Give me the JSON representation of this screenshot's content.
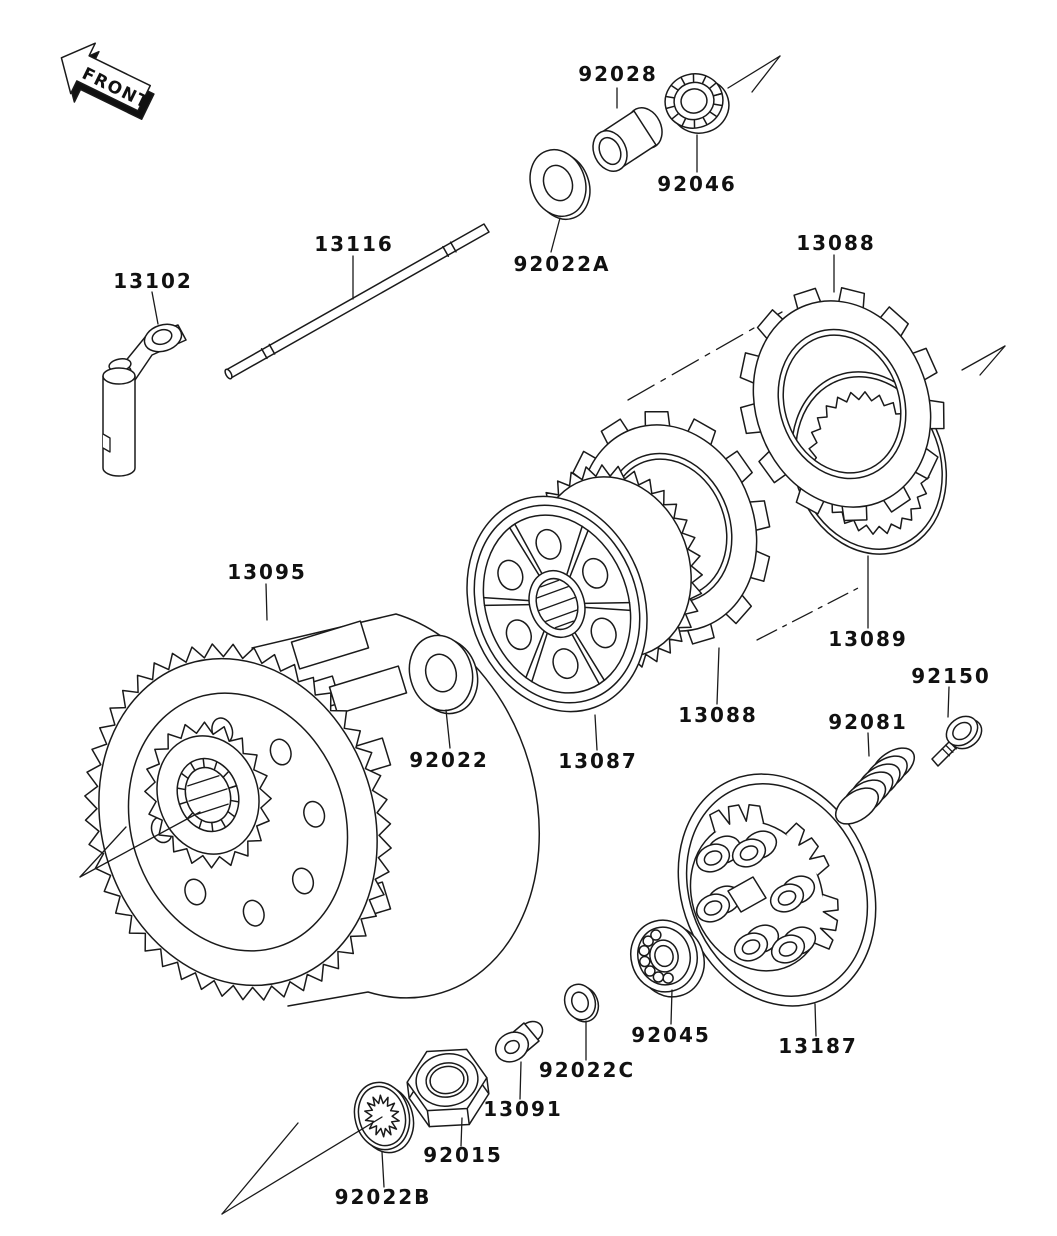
{
  "front_arrow": {
    "text": "FRONT"
  },
  "labels": {
    "l13102": "13102",
    "l13116": "13116",
    "l92028": "92028",
    "l92022A": "92022A",
    "l92046": "92046",
    "l13088_top": "13088",
    "l13095": "13095",
    "l92022": "92022",
    "l13087": "13087",
    "l13088_mid": "13088",
    "l13089": "13089",
    "l92150": "92150",
    "l92081": "92081",
    "l92045": "92045",
    "l13187": "13187",
    "l92022C": "92022C",
    "l13091": "13091",
    "l92015": "92015",
    "l92022B": "92022B"
  }
}
